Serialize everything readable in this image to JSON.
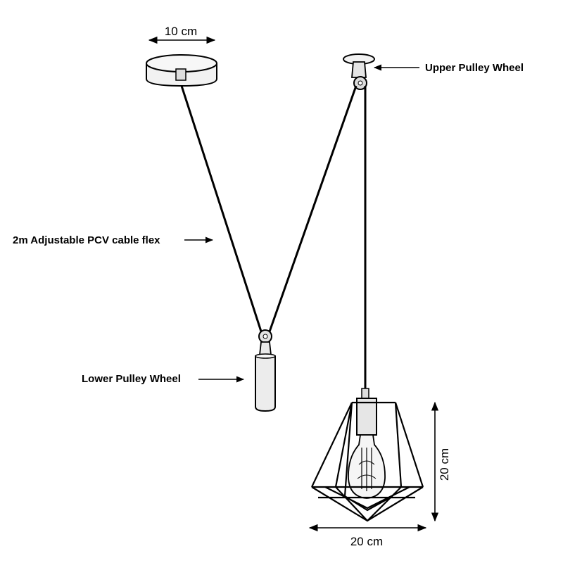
{
  "labels": {
    "ceiling_width": "10 cm",
    "upper_pulley": "Upper Pulley Wheel",
    "cable": "2m Adjustable PCV cable flex",
    "lower_pulley": "Lower Pulley Wheel",
    "shade_height": "20 cm",
    "shade_width": "20 cm"
  },
  "colors": {
    "line": "#000000",
    "fill_light": "#f2f2f2",
    "fill_mid": "#dcdcdc"
  }
}
